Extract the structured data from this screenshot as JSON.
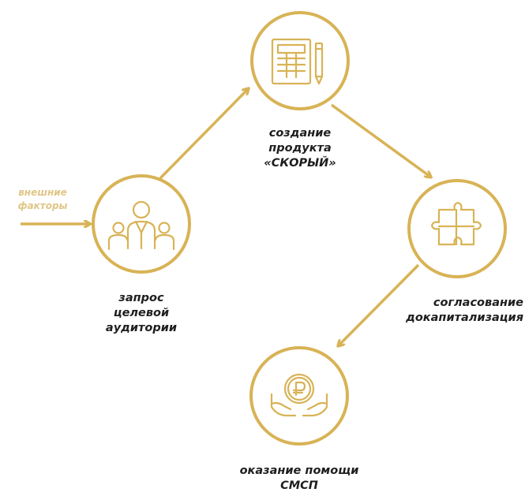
{
  "colors": {
    "accent": "#d8b356",
    "text": "#1e1e1e",
    "external_text": "#e0c686"
  },
  "external": {
    "line1": "внешние",
    "line2": "факторы"
  },
  "nodes": {
    "audience": {
      "icon": "people-group-icon",
      "label_lines": [
        "запрос",
        "целевой",
        "аудитории"
      ]
    },
    "product": {
      "icon": "calculator-document-icon",
      "label_lines": [
        "создание",
        "продукта",
        "«СКОРЫЙ»"
      ]
    },
    "approval": {
      "icon": "puzzle-icon",
      "label_lines": [
        "согласование",
        "докапитализация"
      ]
    },
    "help": {
      "icon": "hands-ruble-coin-icon",
      "label_lines": [
        "оказание помощи",
        "СМСП"
      ]
    }
  }
}
